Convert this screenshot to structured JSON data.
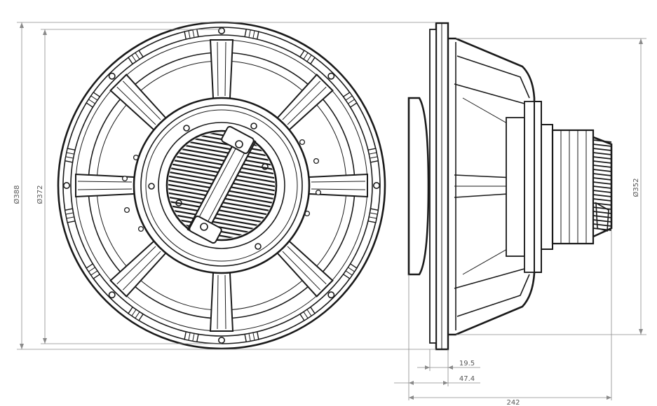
{
  "dimensions": {
    "outer_diameter": "Ø388",
    "mount_diameter": "Ø372",
    "side_diameter": "Ø352",
    "flange_depth": "19.5",
    "mount_depth": "47.4",
    "total_depth": "242"
  },
  "colors": {
    "line": "#1a1a1a",
    "dimension": "#8a8a8a",
    "text": "#555555"
  }
}
